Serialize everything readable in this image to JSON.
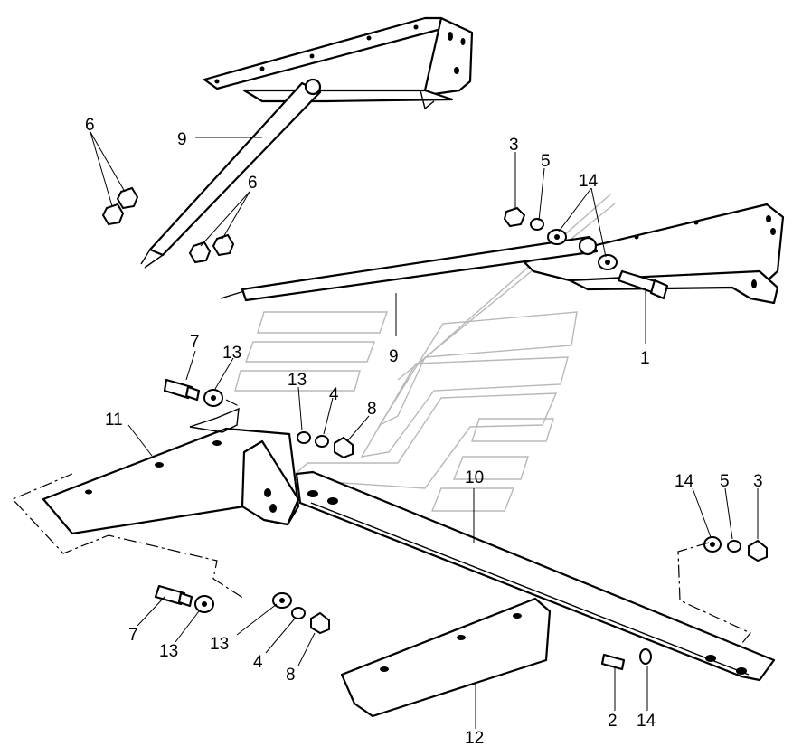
{
  "callouts": [
    {
      "id": "c1",
      "text": "1"
    },
    {
      "id": "c2",
      "text": "2"
    },
    {
      "id": "c3a",
      "text": "3"
    },
    {
      "id": "c3b",
      "text": "3"
    },
    {
      "id": "c4a",
      "text": "4"
    },
    {
      "id": "c4b",
      "text": "4"
    },
    {
      "id": "c5a",
      "text": "5"
    },
    {
      "id": "c5b",
      "text": "5"
    },
    {
      "id": "c6a",
      "text": "6"
    },
    {
      "id": "c6b",
      "text": "6"
    },
    {
      "id": "c7a",
      "text": "7"
    },
    {
      "id": "c7b",
      "text": "7"
    },
    {
      "id": "c8a",
      "text": "8"
    },
    {
      "id": "c8b",
      "text": "8"
    },
    {
      "id": "c9a",
      "text": "9"
    },
    {
      "id": "c9b",
      "text": "9"
    },
    {
      "id": "c10",
      "text": "10"
    },
    {
      "id": "c11",
      "text": "11"
    },
    {
      "id": "c12",
      "text": "12"
    },
    {
      "id": "c13a",
      "text": "13"
    },
    {
      "id": "c13b",
      "text": "13"
    },
    {
      "id": "c13c",
      "text": "13"
    },
    {
      "id": "c13d",
      "text": "13"
    },
    {
      "id": "c14a",
      "text": "14"
    },
    {
      "id": "c14b",
      "text": "14"
    },
    {
      "id": "c14c",
      "text": "14"
    }
  ]
}
